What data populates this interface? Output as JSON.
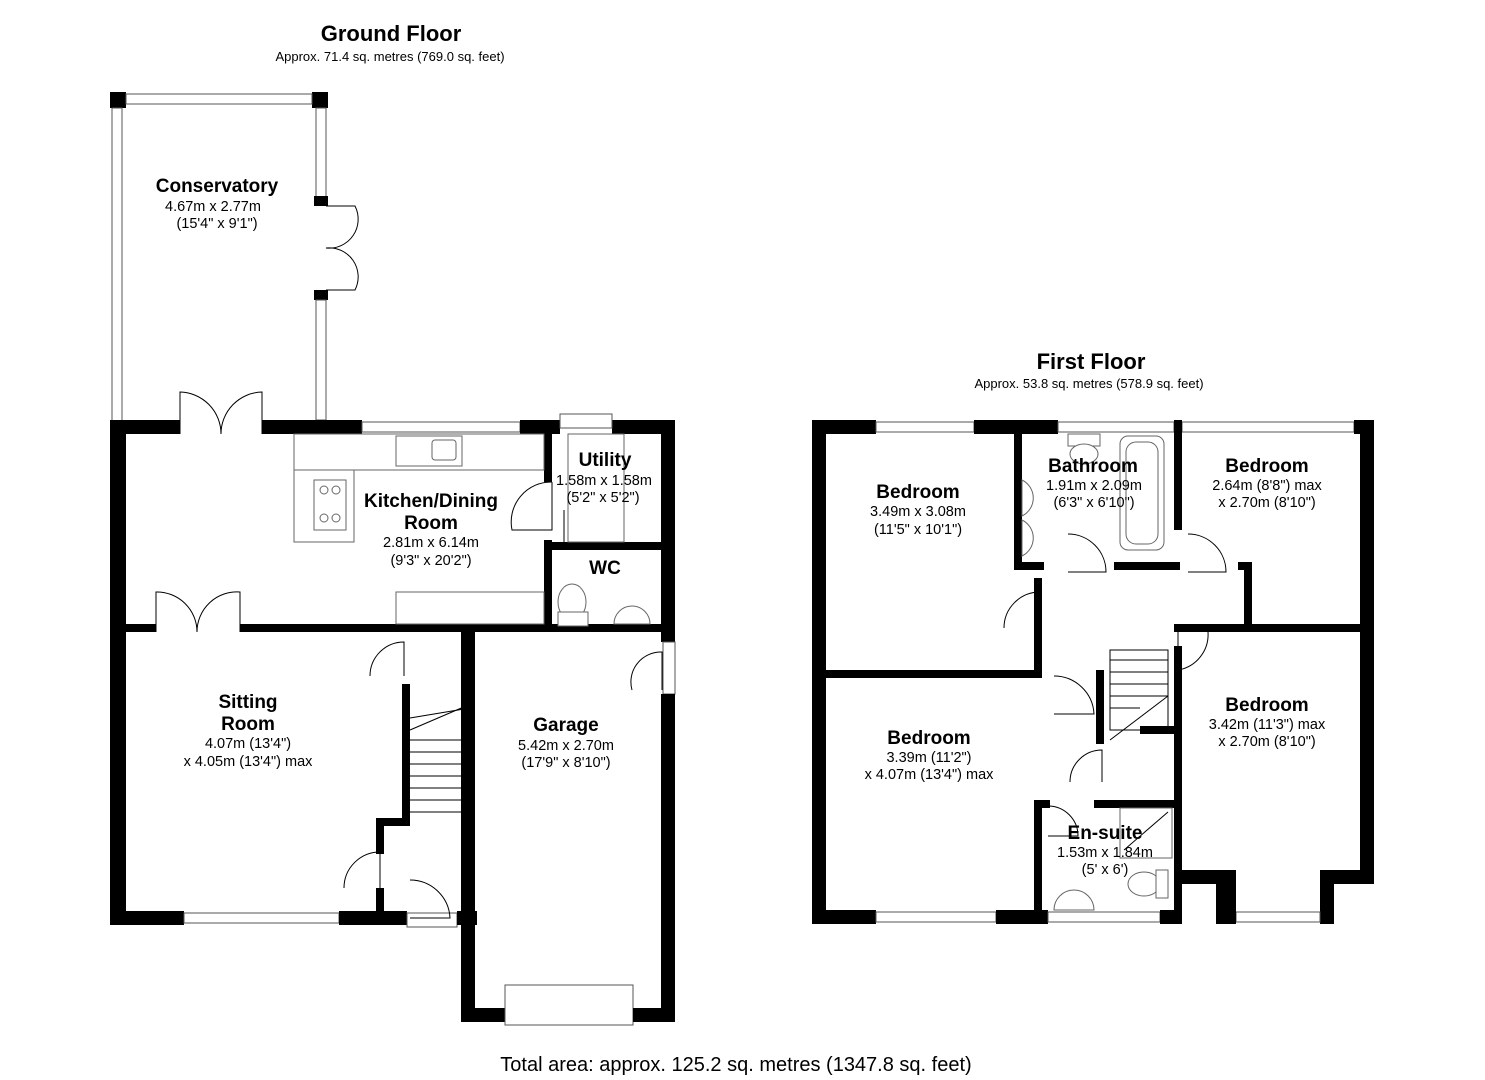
{
  "ground_floor": {
    "title": "Ground Floor",
    "area": "Approx. 71.4 sq. metres (769.0 sq. feet)",
    "rooms": {
      "conservatory": {
        "name": "Conservatory",
        "dims": [
          "4.67m x 2.77m",
          "(15'4\" x 9'1\")"
        ]
      },
      "kitchen": {
        "name": [
          "Kitchen/Dining",
          "Room"
        ],
        "dims": [
          "2.81m x 6.14m",
          "(9'3\" x 20'2\")"
        ]
      },
      "utility": {
        "name": "Utility",
        "dims": [
          "1.58m x 1.58m",
          "(5'2\" x 5'2\")"
        ]
      },
      "wc": {
        "name": "WC"
      },
      "sitting": {
        "name": [
          "Sitting",
          "Room"
        ],
        "dims": [
          "4.07m (13'4\")",
          "x 4.05m (13'4\") max"
        ]
      },
      "garage": {
        "name": "Garage",
        "dims": [
          "5.42m x 2.70m",
          "(17'9\" x 8'10\")"
        ]
      }
    }
  },
  "first_floor": {
    "title": "First Floor",
    "area": "Approx. 53.8 sq. metres (578.9 sq. feet)",
    "rooms": {
      "bedroom_a": {
        "name": "Bedroom",
        "dims": [
          "3.49m x 3.08m",
          "(11'5\" x 10'1\")"
        ]
      },
      "bathroom": {
        "name": "Bathroom",
        "dims": [
          "1.91m x 2.09m",
          "(6'3\" x 6'10\")"
        ]
      },
      "bedroom_b": {
        "name": "Bedroom",
        "dims": [
          "2.64m (8'8\") max",
          "x 2.70m (8'10\")"
        ]
      },
      "bedroom_c": {
        "name": "Bedroom",
        "dims": [
          "3.39m (11'2\")",
          "x 4.07m (13'4\") max"
        ]
      },
      "bedroom_d": {
        "name": "Bedroom",
        "dims": [
          "3.42m (11'3\") max",
          "x 2.70m (8'10\")"
        ]
      },
      "ensuite": {
        "name": "En-suite",
        "dims": [
          "1.53m x 1.84m",
          "(5' x 6')"
        ]
      }
    }
  },
  "total_area": "Total area: approx. 125.2 sq. metres (1347.8 sq. feet)",
  "colors": {
    "wall": "#000000",
    "background": "#ffffff",
    "fixture_outline": "#666666"
  }
}
